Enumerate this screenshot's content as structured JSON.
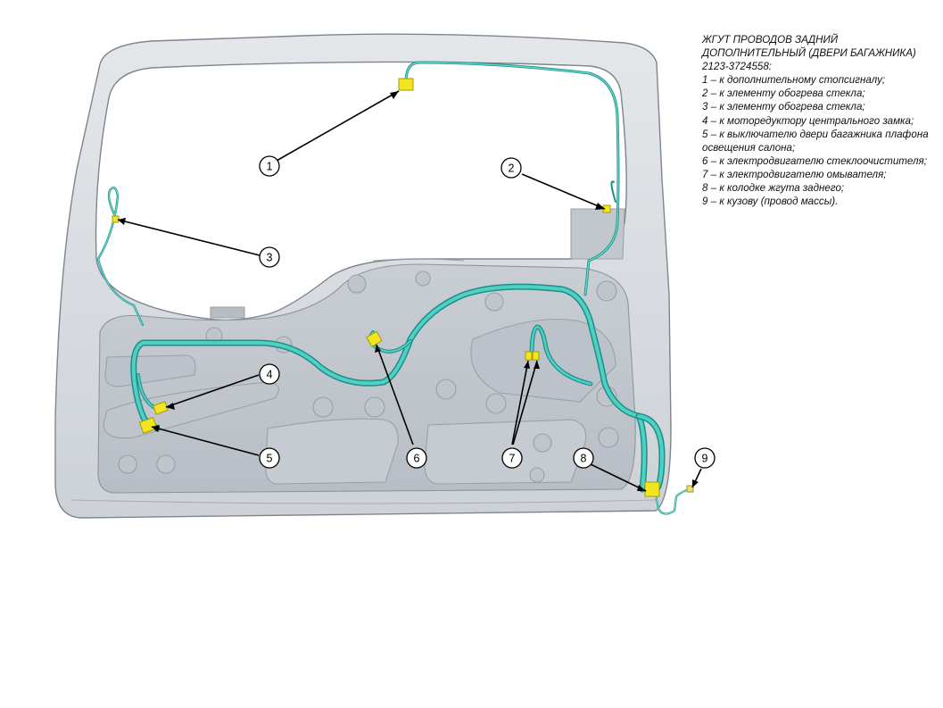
{
  "legend": {
    "title": "ЖГУТ ПРОВОДОВ ЗАДНИЙ ДОПОЛНИТЕЛЬНЫЙ (ДВЕРИ БАГАЖНИКА) 2123-3724558:",
    "items": [
      "1 – к дополнительному стопсигналу;",
      "2 – к элементу обогрева стекла;",
      "3 – к элементу обогрева стекла;",
      "4 – к моторедуктору центрального замка;",
      "5 – к выключателю двери багажника плафона освещения салона;",
      "6 – к электродвигателю стеклоочистителя;",
      "7 – к электродвигателю омывателя;",
      "8 – к колодке жгута заднего;",
      "9 – к кузову (провод массы)."
    ]
  },
  "callouts": [
    "1",
    "2",
    "3",
    "4",
    "5",
    "6",
    "7",
    "8",
    "9"
  ],
  "colors": {
    "door": "#d3d7dc",
    "door_outline": "#7e858e",
    "panel": "#c3c8ce",
    "harness": "#3ec3b8",
    "harness_dark": "#1f8e86",
    "connector": "#f3e51f",
    "connector_dark": "#a69a05"
  }
}
